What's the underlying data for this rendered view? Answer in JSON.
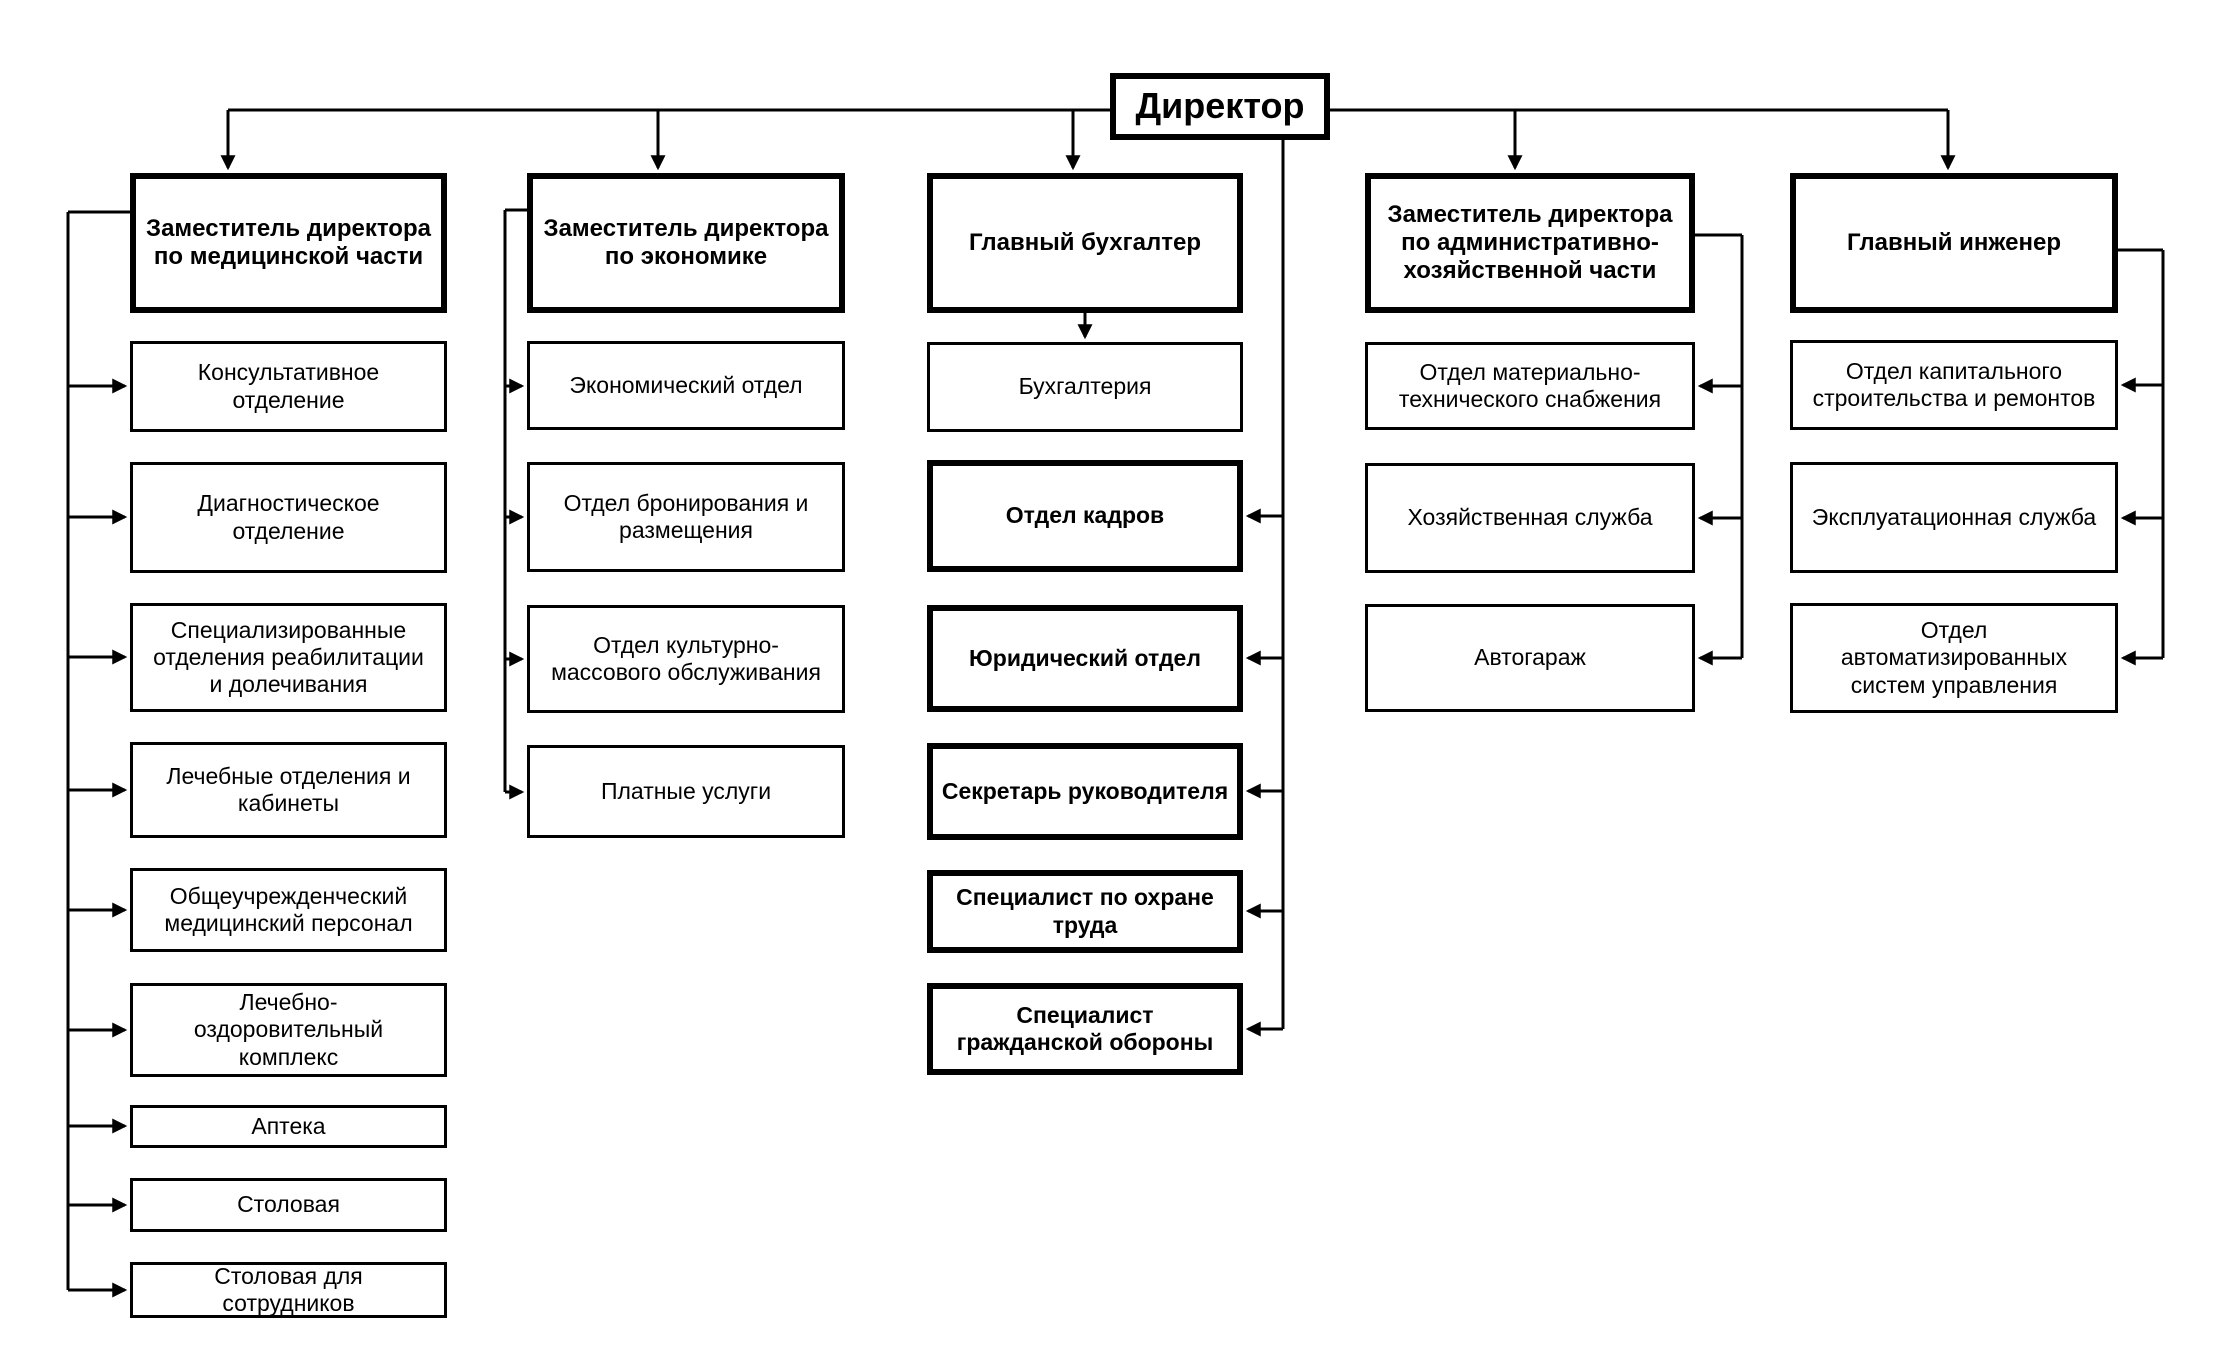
{
  "colors": {
    "line": "#000000",
    "box_background": "#ffffff",
    "text": "#000000"
  },
  "diagram": {
    "type": "org-chart",
    "root": "Директор",
    "columns": [
      {
        "head": "Заместитель директора по медицинской части",
        "items": [
          "Консультативное отделение",
          "Диагностическое отделение",
          "Специализированные отделения реабилитации и долечивания",
          "Лечебные отделения и кабинеты",
          "Общеучрежденческий медицинский персонал",
          "Лечебно-оздоровительный комплекс",
          "Аптека",
          "Столовая",
          "Столовая для сотрудников"
        ]
      },
      {
        "head": "Заместитель директора по экономике",
        "items": [
          "Экономический отдел",
          "Отдел бронирования и размещения",
          "Отдел культурно-массового обслуживания",
          "Платные услуги"
        ]
      },
      {
        "head": "Главный бухгалтер",
        "items": [
          "Бухгалтерия",
          "Отдел кадров",
          "Юридический отдел",
          "Секретарь руководителя",
          "Специалист по охране труда",
          "Специалист гражданской обороны"
        ]
      },
      {
        "head": "Заместитель директора по административно-хозяйственной части",
        "items": [
          "Отдел материально-технического снабжения",
          "Хозяйственная служба",
          "Автогараж"
        ]
      },
      {
        "head": "Главный инженер",
        "items": [
          "Отдел капитального строительства и ремонтов",
          "Эксплуатационная служба",
          "Отдел автоматизированных систем управления"
        ]
      }
    ]
  }
}
